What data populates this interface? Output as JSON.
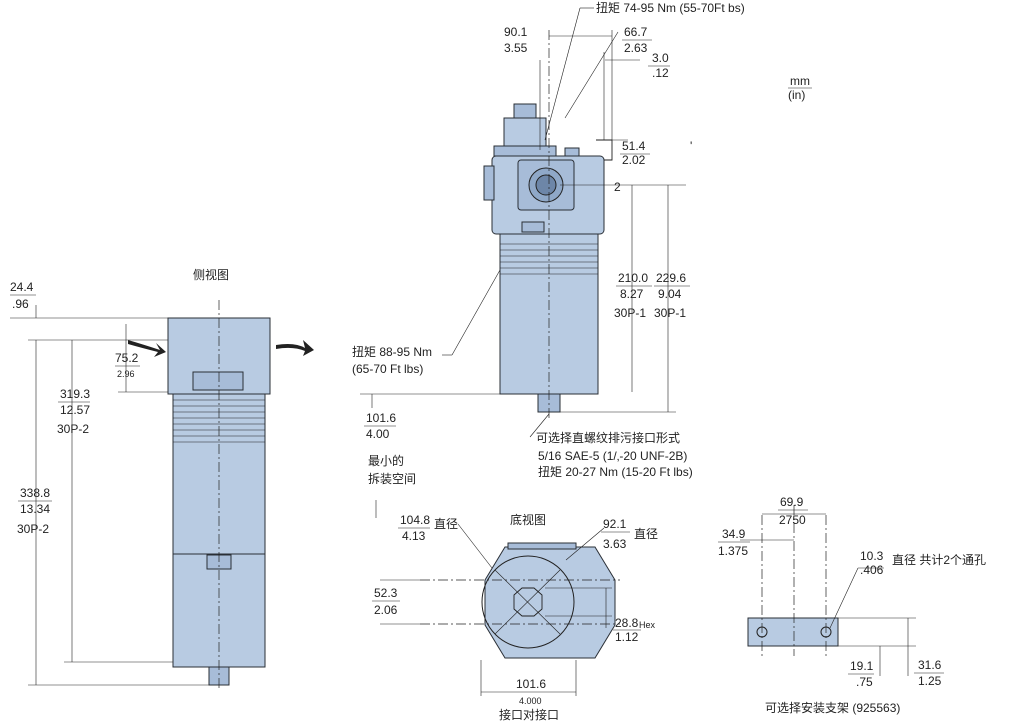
{
  "units": {
    "top": "mm",
    "bottom": "(in)"
  },
  "side_view": {
    "title": "侧视图",
    "dim_top_mm": "24.4",
    "dim_top_in": ".96",
    "dim_head_mm": "75.2",
    "dim_head_in": "2.96",
    "dim_inner_mm": "319.3",
    "dim_inner_in": "12.57",
    "dim_inner_model": "30P-2",
    "dim_total_mm": "338.8",
    "dim_total_in": "13.34",
    "dim_total_model": "30P-2"
  },
  "front_view": {
    "torque_top": "扭矩 74-95 Nm (55-70Ft bs)",
    "dim_width_mm": "90.1",
    "dim_width_in": "3.55",
    "dim_half_mm": "66.7",
    "dim_half_in": "2.63",
    "dim_offset_mm": "3.0",
    "dim_offset_in": ".12",
    "dim_port_mm": "51.4",
    "dim_port_in": "2.02",
    "port_label": "2",
    "dim_a_mm": "210.0",
    "dim_a_in": "8.27",
    "dim_a_model": "30P-1",
    "dim_b_mm": "229.6",
    "dim_b_in": "9.04",
    "dim_b_model": "30P-1",
    "torque_bowl_1": "扭矩 88-95 Nm",
    "torque_bowl_2": "(65-70 Ft lbs)",
    "dim_clear_mm": "101.6",
    "dim_clear_in": "4.00",
    "clear_label_1": "最小的",
    "clear_label_2": "拆装空间",
    "drain_1": "可选择直螺纹排污接口形式",
    "drain_2": "5/16 SAE-5 (1/‚-20 UNF-2B)",
    "drain_3": "扭矩 20-27 Nm (15-20 Ft lbs)"
  },
  "bottom_view": {
    "title": "底视图",
    "dim_dia1_mm": "104.8",
    "dim_dia1_in": "4.13",
    "dia_label": "直径",
    "dim_dia2_mm": "92.1",
    "dim_dia2_in": "3.63",
    "dim_h_mm": "52.3",
    "dim_h_in": "2.06",
    "dim_hex_mm": "28.8",
    "dim_hex_in": "1.12",
    "hex_label": "Hex",
    "dim_port_mm": "101.6",
    "dim_port_in": "4.000",
    "port_label": "接口对接口"
  },
  "bracket": {
    "dim_w_mm": "69.9",
    "dim_w_in": "2750",
    "dim_c_mm": "34.9",
    "dim_c_in": "1.375",
    "dim_hole_mm": "10.3",
    "dim_hole_in": ".406",
    "hole_label": "直径 共计2个通孔",
    "dim_y_mm": "19.1",
    "dim_y_in": ".75",
    "dim_h_mm": "31.6",
    "dim_h_in": "1.25",
    "title": "可选择安装支架 (925563)"
  }
}
